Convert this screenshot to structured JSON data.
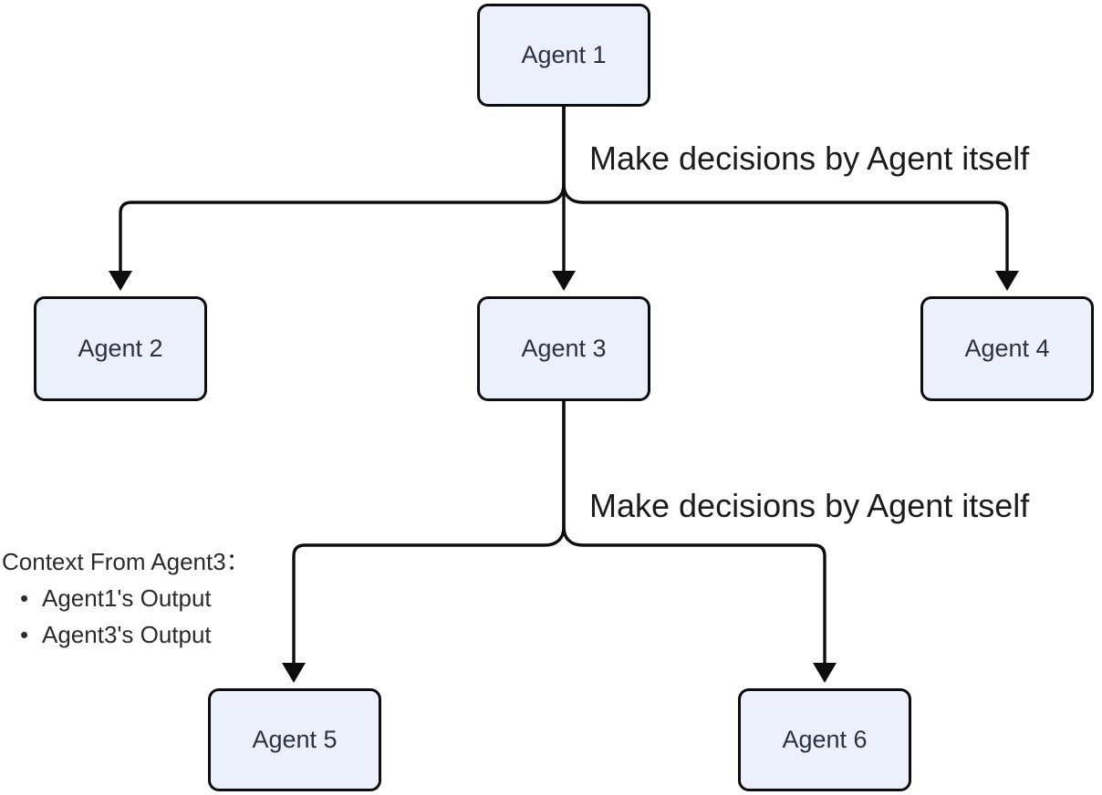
{
  "diagram": {
    "nodes": [
      {
        "id": "agent-1",
        "label": "Agent 1"
      },
      {
        "id": "agent-2",
        "label": "Agent 2"
      },
      {
        "id": "agent-3",
        "label": "Agent 3"
      },
      {
        "id": "agent-4",
        "label": "Agent 4"
      },
      {
        "id": "agent-5",
        "label": "Agent 5"
      },
      {
        "id": "agent-6",
        "label": "Agent 6"
      }
    ],
    "edge_labels": [
      {
        "id": "edge-label-top",
        "text": "Make decisions by Agent itself"
      },
      {
        "id": "edge-label-bottom",
        "text": "Make decisions by Agent itself"
      }
    ],
    "annotation": {
      "title": "Context From Agent3：",
      "items": [
        "Agent1's Output",
        "Agent3's Output"
      ]
    },
    "colors": {
      "node_fill": "#ECF0FA",
      "node_border": "#0D0D0D",
      "node_text": "#2A3140",
      "edge_stroke": "#0D0D0D",
      "label_text": "#1C1C1C",
      "background": "#FFFFFF"
    }
  }
}
